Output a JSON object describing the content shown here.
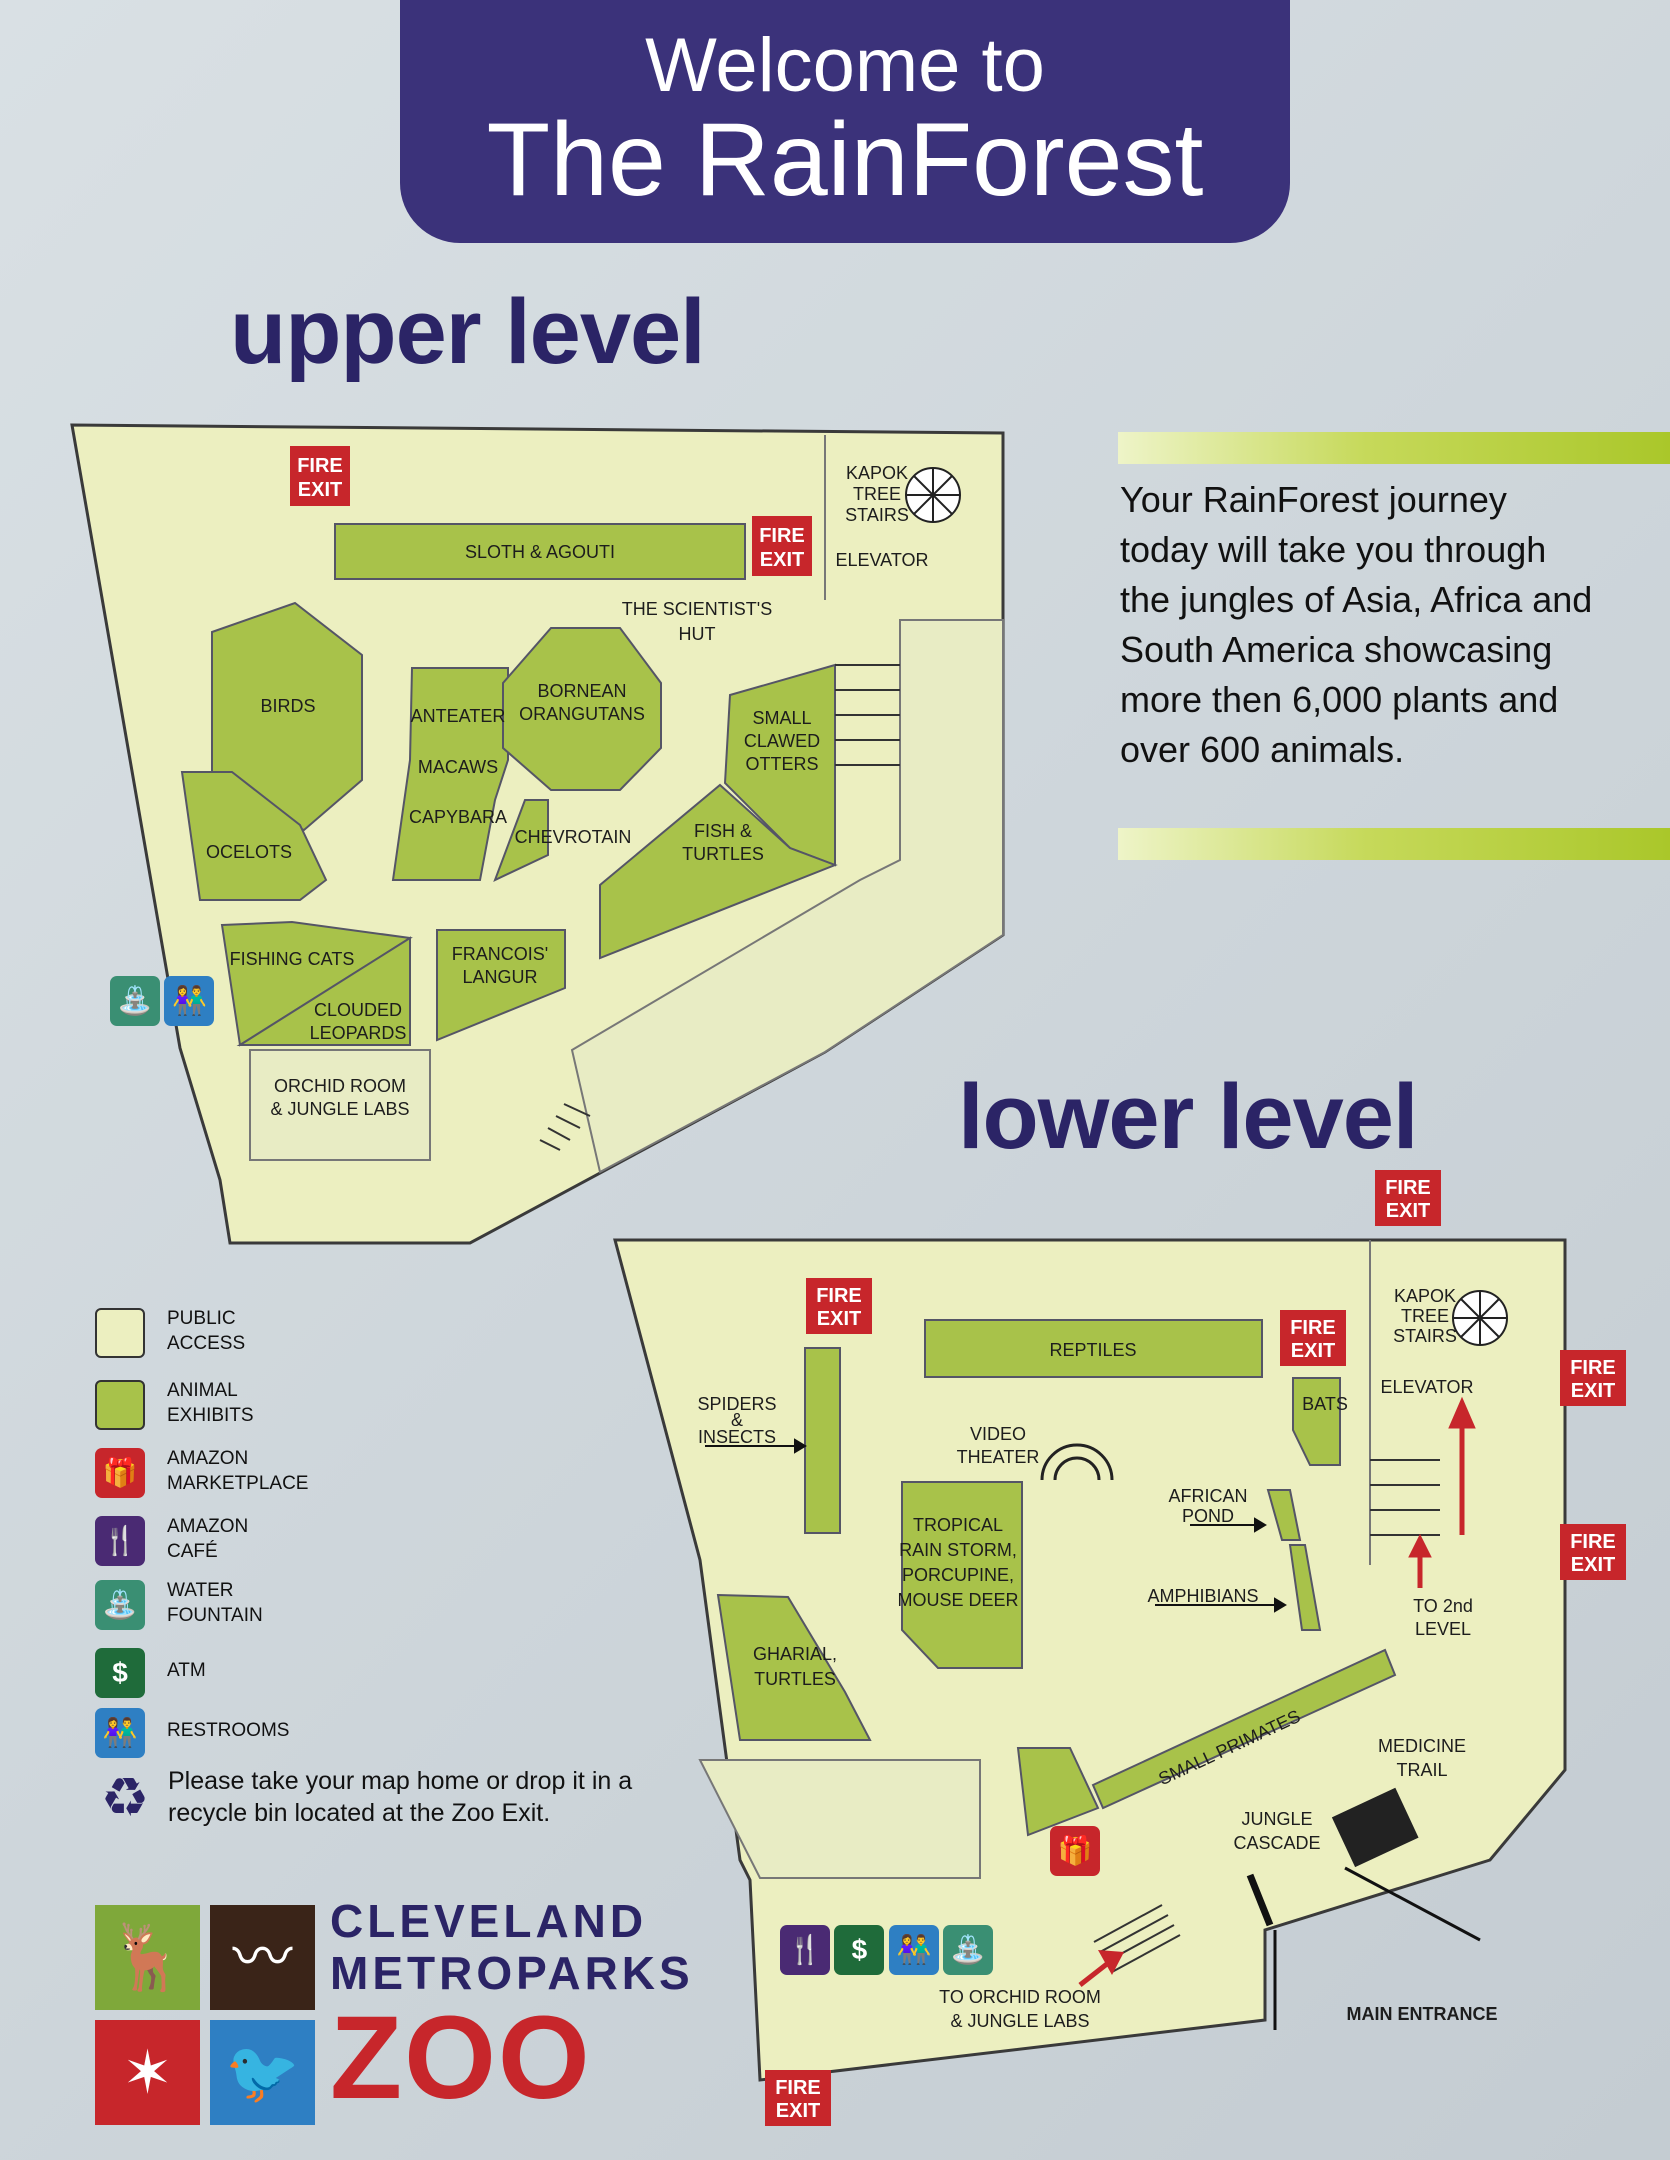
{
  "header": {
    "line1": "Welcome to",
    "line2": "The RainForest"
  },
  "upper_title": "upper level",
  "lower_title": "lower level",
  "intro_text": "Your RainForest journey today will take you through the jungles of Asia, Africa and South America showcasing more then 6,000 plants and over 600 animals.",
  "fire_exit": [
    "FIRE",
    "EXIT"
  ],
  "upper_map": {
    "kapok": [
      "KAPOK",
      "TREE",
      "STAIRS"
    ],
    "elevator": "ELEVATOR",
    "sloth": "SLOTH & AGOUTI",
    "hut": [
      "THE SCIENTIST'S",
      "HUT"
    ],
    "birds": "BIRDS",
    "anteater": "ANTEATER",
    "orangutans": [
      "BORNEAN",
      "ORANGUTANS"
    ],
    "otters": [
      "SMALL",
      "CLAWED",
      "OTTERS"
    ],
    "macaws": "MACAWS",
    "capybara": "CAPYBARA",
    "chevrotain": "CHEVROTAIN",
    "fish": [
      "FISH &",
      "TURTLES"
    ],
    "ocelots": "OCELOTS",
    "fishing_cats": "FISHING CATS",
    "clouded": [
      "CLOUDED",
      "LEOPARDS"
    ],
    "langur": [
      "FRANCOIS'",
      "LANGUR"
    ],
    "orchid": [
      "ORCHID ROOM",
      "& JUNGLE LABS"
    ]
  },
  "lower_map": {
    "kapok": [
      "KAPOK",
      "TREE",
      "STAIRS"
    ],
    "elevator": "ELEVATOR",
    "reptiles": "REPTILES",
    "bats": "BATS",
    "spiders": [
      "SPIDERS",
      "&",
      "INSECTS"
    ],
    "video": [
      "VIDEO",
      "THEATER"
    ],
    "african": [
      "AFRICAN",
      "POND"
    ],
    "amphibians": "AMPHIBIANS",
    "tropical": [
      "TROPICAL",
      "RAIN STORM,",
      "PORCUPINE,",
      "MOUSE DEER"
    ],
    "gharial": [
      "GHARIAL,",
      "TURTLES"
    ],
    "to2nd": [
      "TO 2nd",
      "LEVEL"
    ],
    "primates": "SMALL PRIMATES",
    "medicine": [
      "MEDICINE",
      "TRAIL"
    ],
    "cascade": [
      "JUNGLE",
      "CASCADE"
    ],
    "to_orchid": [
      "TO ORCHID ROOM",
      "& JUNGLE LABS"
    ],
    "main_entrance": "MAIN ENTRANCE"
  },
  "legend": {
    "public": [
      "PUBLIC",
      "ACCESS"
    ],
    "animal": [
      "ANIMAL",
      "EXHIBITS"
    ],
    "market": [
      "AMAZON",
      "MARKETPLACE"
    ],
    "cafe": [
      "AMAZON",
      "CAFÉ"
    ],
    "water": [
      "WATER",
      "FOUNTAIN"
    ],
    "atm": "ATM",
    "restrooms": "RESTROOMS",
    "recycle_note": "Please take your map home or drop it in a recycle bin located at the Zoo Exit."
  },
  "logo": {
    "line1": "CLEVELAND",
    "line2": "METROPARKS",
    "line3": "ZOO"
  },
  "colors": {
    "public": "#ecefc0",
    "animal": "#a8c24a",
    "header": "#3b327a",
    "fire": "#c7262b"
  },
  "icons": {
    "market": "gift-icon",
    "cafe": "utensils-icon",
    "water": "water-fountain-icon",
    "atm": "dollar-icon",
    "restrooms": "restroom-icon",
    "recycle": "recycle-icon"
  }
}
